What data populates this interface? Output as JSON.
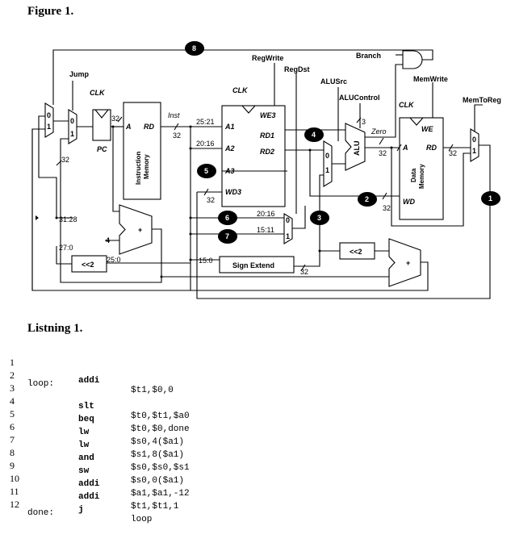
{
  "figure": {
    "title": "Figure 1.",
    "labels": {
      "regwrite": "RegWrite",
      "regdst": "RegDst",
      "branch": "Branch",
      "jump": "Jump",
      "alusrc": "ALUSrc",
      "alucontrol": "ALUControl",
      "memwrite": "MemWrite",
      "memtoreg": "MemToReg",
      "clk": "CLK",
      "pc": "PC",
      "inst": "Inst",
      "a": "A",
      "rd": "RD",
      "a1": "A1",
      "a2": "A2",
      "a3": "A3",
      "wd3": "WD3",
      "we3": "WE3",
      "rd1": "RD1",
      "rd2": "RD2",
      "we": "WE",
      "wd": "WD",
      "zero": "Zero",
      "alu": "ALU",
      "imem_l1": "Instruction",
      "imem_l2": "Memory",
      "dmem_l1": "Data",
      "dmem_l2": "Memory",
      "sign_extend": "Sign Extend",
      "shift_left": "<<2",
      "plus": "+",
      "zero_in": "0",
      "one_in": "1",
      "bits_25_21": "25:21",
      "bits_20_16_a2": "20:16",
      "bits_20_16_mux": "20:16",
      "bits_15_11": "15:11",
      "bits_15_0": "15:0",
      "bits_25_0": "25:0",
      "bits_31_28": "31:28",
      "bits_27_0": "27:0",
      "w32": "32",
      "w3": "3",
      "four": "4"
    },
    "markers": [
      "1",
      "2",
      "3",
      "4",
      "5",
      "6",
      "7",
      "8"
    ]
  },
  "listing": {
    "title": "Listning 1.",
    "lines": [
      {
        "num": "1",
        "label": "",
        "op": "addi",
        "args": "$t1,$0,0"
      },
      {
        "num": "2",
        "label": "loop:",
        "op": "",
        "args": ""
      },
      {
        "num": "3",
        "label": "",
        "op": "slt",
        "args": "$t0,$t1,$a0"
      },
      {
        "num": "4",
        "label": "",
        "op": "beq",
        "args": "$t0,$0,done"
      },
      {
        "num": "5",
        "label": "",
        "op": "lw",
        "args": "$s0,4($a1)"
      },
      {
        "num": "6",
        "label": "",
        "op": "lw",
        "args": "$s1,8($a1)"
      },
      {
        "num": "7",
        "label": "",
        "op": "and",
        "args": "$s0,$s0,$s1"
      },
      {
        "num": "8",
        "label": "",
        "op": "sw",
        "args": "$s0,0($a1)"
      },
      {
        "num": "9",
        "label": "",
        "op": "addi",
        "args": "$a1,$a1,-12"
      },
      {
        "num": "10",
        "label": "",
        "op": "addi",
        "args": "$t1,$t1,1"
      },
      {
        "num": "11",
        "label": "",
        "op": "j",
        "args": "loop"
      },
      {
        "num": "12",
        "label": "done:",
        "op": "",
        "args": ""
      }
    ]
  }
}
